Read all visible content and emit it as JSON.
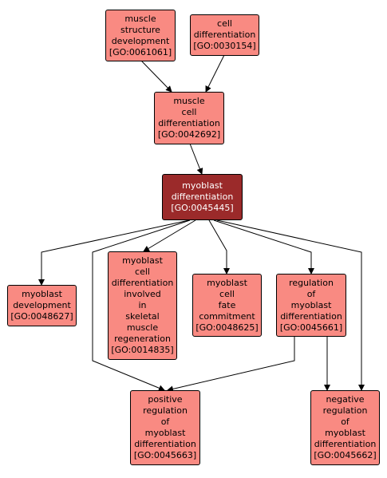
{
  "nodes": {
    "muscle_structure_development": {
      "lines": [
        "muscle",
        "structure",
        "development",
        "[GO:0061061]"
      ]
    },
    "cell_differentiation": {
      "lines": [
        "cell",
        "differentiation",
        "[GO:0030154]"
      ]
    },
    "muscle_cell_differentiation": {
      "lines": [
        "muscle",
        "cell",
        "differentiation",
        "[GO:0042692]"
      ]
    },
    "myoblast_differentiation": {
      "lines": [
        "myoblast",
        "differentiation",
        "[GO:0045445]"
      ]
    },
    "myoblast_development": {
      "lines": [
        "myoblast",
        "development",
        "[GO:0048627]"
      ]
    },
    "myoblast_cell_differentiation_in_regeneration": {
      "lines": [
        "myoblast",
        "cell",
        "differentiation",
        "involved",
        "in",
        "skeletal",
        "muscle",
        "regeneration",
        "[GO:0014835]"
      ]
    },
    "myoblast_cell_fate_commitment": {
      "lines": [
        "myoblast",
        "cell",
        "fate",
        "commitment",
        "[GO:0048625]"
      ]
    },
    "regulation_of_myoblast_differentiation": {
      "lines": [
        "regulation",
        "of",
        "myoblast",
        "differentiation",
        "[GO:0045661]"
      ]
    },
    "positive_regulation": {
      "lines": [
        "positive",
        "regulation",
        "of",
        "myoblast",
        "differentiation",
        "[GO:0045663]"
      ]
    },
    "negative_regulation": {
      "lines": [
        "negative",
        "regulation",
        "of",
        "myoblast",
        "differentiation",
        "[GO:0045662]"
      ]
    }
  },
  "colors": {
    "node_fill": "#f98a82",
    "focus_fill": "#9b2a2a",
    "focus_text": "#ffffff",
    "edge": "#000000"
  }
}
